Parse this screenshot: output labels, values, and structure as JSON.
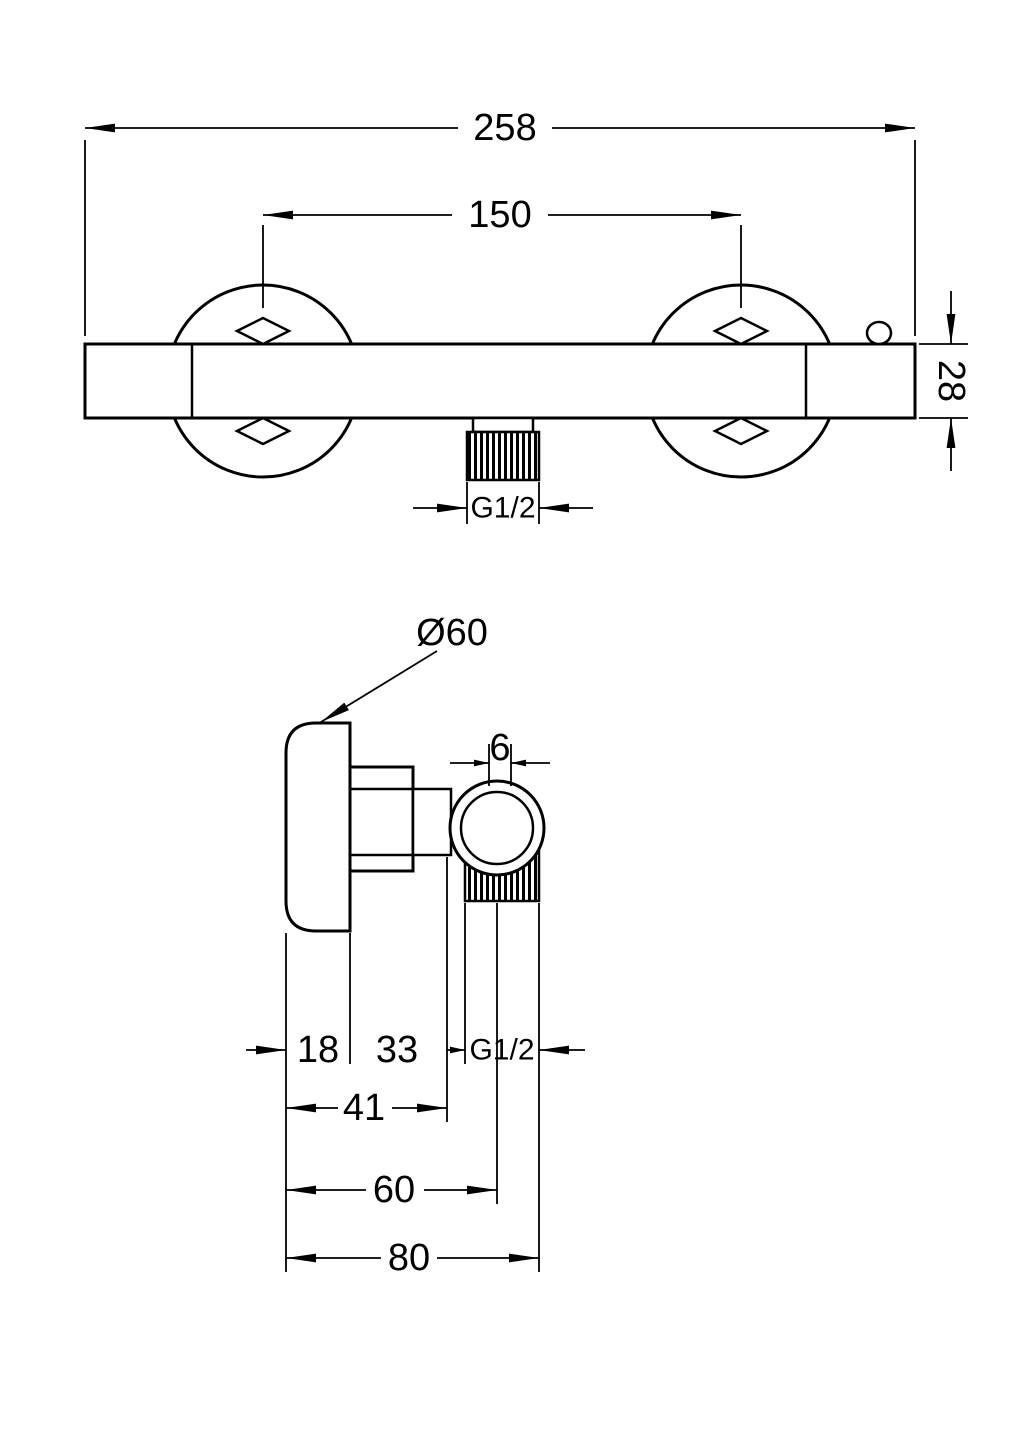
{
  "page": {
    "background_color": "#ffffff",
    "line_color": "#000000",
    "description": "Technical dimension drawing of a thermostatic shower bar mixer, front view and side view"
  },
  "front_view": {
    "dim_total_length": "258",
    "dim_mount_centers": "150",
    "dim_body_diameter": "28",
    "dim_outlet_thread": "G1/2"
  },
  "side_view": {
    "dim_escutcheon_diameter": "Ø60",
    "dim_top_detail": "6",
    "dim_escutcheon_depth": "18",
    "dim_body_section": "33",
    "dim_outlet_thread": "G1/2",
    "dim_depth_41": "41",
    "dim_depth_60": "60",
    "dim_total_depth": "80"
  }
}
